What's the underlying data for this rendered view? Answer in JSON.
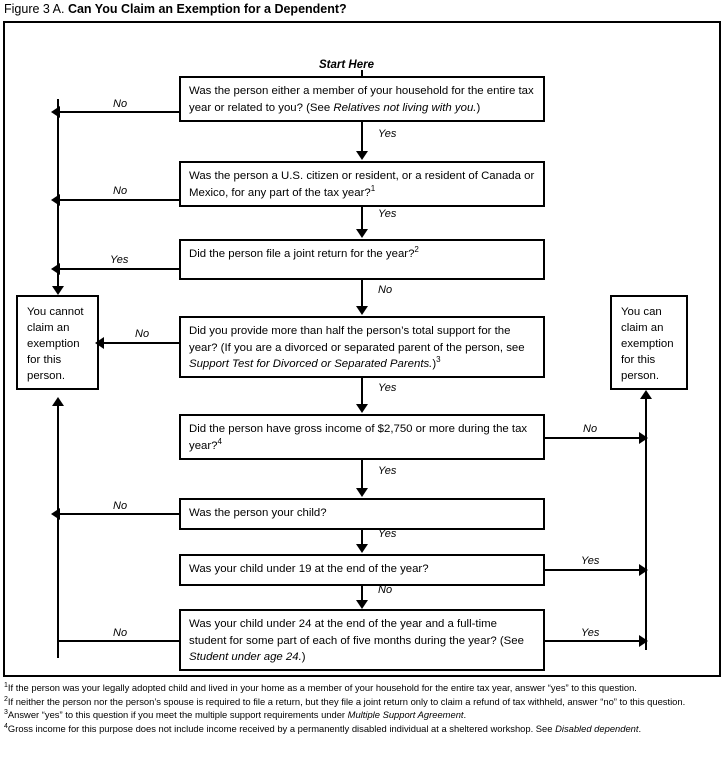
{
  "figure": {
    "prefix": "Figure 3 A.",
    "title": "Can You Claim an Exemption for a Dependent?"
  },
  "flowchart": {
    "start_label": "Start Here",
    "terminals": {
      "cannot": "You cannot claim an exemption for this person.",
      "can": "You can claim an exemption for this person."
    },
    "questions": [
      {
        "id": "q1-household-or-related",
        "text_parts": [
          {
            "t": "Was the person either a member of your household for the entire tax year or related to you? (See ",
            "style": "normal"
          },
          {
            "t": "Relatives not living with you.",
            "style": "italic"
          },
          {
            "t": ")",
            "style": "normal"
          }
        ],
        "yes_to": "next",
        "no_to": "cannot"
      },
      {
        "id": "q2-citizen-resident",
        "text_parts": [
          {
            "t": "Was the person a U.S. citizen or resident, or a resident of Canada or Mexico, for any part of the tax year?",
            "style": "normal"
          },
          {
            "t": "1",
            "style": "sup"
          }
        ],
        "yes_to": "next",
        "no_to": "cannot"
      },
      {
        "id": "q3-joint-return",
        "text_parts": [
          {
            "t": "Did the person file a joint return for the year?",
            "style": "normal"
          },
          {
            "t": "2",
            "style": "sup"
          }
        ],
        "yes_to": "cannot",
        "no_to": "next"
      },
      {
        "id": "q4-half-support",
        "text_parts": [
          {
            "t": "Did you provide more than half the person’s total support for the year? (If you are a divorced or separated parent of the person, see ",
            "style": "normal"
          },
          {
            "t": "Support Test for Divorced or Separated Parents.",
            "style": "italic"
          },
          {
            "t": ")",
            "style": "normal"
          },
          {
            "t": "3",
            "style": "sup"
          }
        ],
        "yes_to": "next",
        "no_to": "cannot"
      },
      {
        "id": "q5-gross-income",
        "text_parts": [
          {
            "t": "Did the person have gross income of $2,750 or more during the tax year?",
            "style": "normal"
          },
          {
            "t": "4",
            "style": "sup"
          }
        ],
        "yes_to": "next",
        "no_to": "can"
      },
      {
        "id": "q6-your-child",
        "text_parts": [
          {
            "t": "Was the person your child?",
            "style": "normal"
          }
        ],
        "yes_to": "next",
        "no_to": "cannot"
      },
      {
        "id": "q7-under-19",
        "text_parts": [
          {
            "t": "Was your child under 19 at the end of the year?",
            "style": "normal"
          }
        ],
        "yes_to": "can",
        "no_to": "next"
      },
      {
        "id": "q8-under-24-student",
        "text_parts": [
          {
            "t": "Was your child under 24 at the end of the year and a full-time student for some part of each of five months during the year? (See ",
            "style": "normal"
          },
          {
            "t": "Student under age 24.",
            "style": "italic"
          },
          {
            "t": ")",
            "style": "normal"
          }
        ],
        "yes_to": "can",
        "no_to": "cannot"
      }
    ],
    "edge_labels": {
      "q1_no": "No",
      "q1_yes": "Yes",
      "q2_no": "No",
      "q2_yes": "Yes",
      "q3_yes": "Yes",
      "q3_no": "No",
      "q4_no": "No",
      "q4_yes": "Yes",
      "q5_no": "No",
      "q5_yes": "Yes",
      "q6_no": "No",
      "q6_yes": "Yes",
      "q7_yes": "Yes",
      "q7_no": "No",
      "q8_no": "No",
      "q8_yes": "Yes"
    }
  },
  "footnotes": [
    {
      "marker": "1",
      "parts": [
        {
          "t": "If the person was your legally adopted child and lived in your home as a member of your household for the entire tax year, answer “yes” to this question.",
          "style": "normal"
        }
      ]
    },
    {
      "marker": "2",
      "parts": [
        {
          "t": "If neither the person nor the person’s spouse is required to file a return, but they file a joint return only to claim a refund of tax withheld, answer “no” to this question.",
          "style": "normal"
        }
      ]
    },
    {
      "marker": "3",
      "parts": [
        {
          "t": "Answer “yes” to this question if you meet the multiple support requirements under ",
          "style": "normal"
        },
        {
          "t": "Multiple Support Agreement",
          "style": "italic"
        },
        {
          "t": ".",
          "style": "normal"
        }
      ]
    },
    {
      "marker": "4",
      "parts": [
        {
          "t": "Gross income for this purpose does not include income received by a permanently disabled individual at a sheltered workshop. See ",
          "style": "normal"
        },
        {
          "t": "Disabled dependent",
          "style": "italic"
        },
        {
          "t": ".",
          "style": "normal"
        }
      ]
    }
  ]
}
